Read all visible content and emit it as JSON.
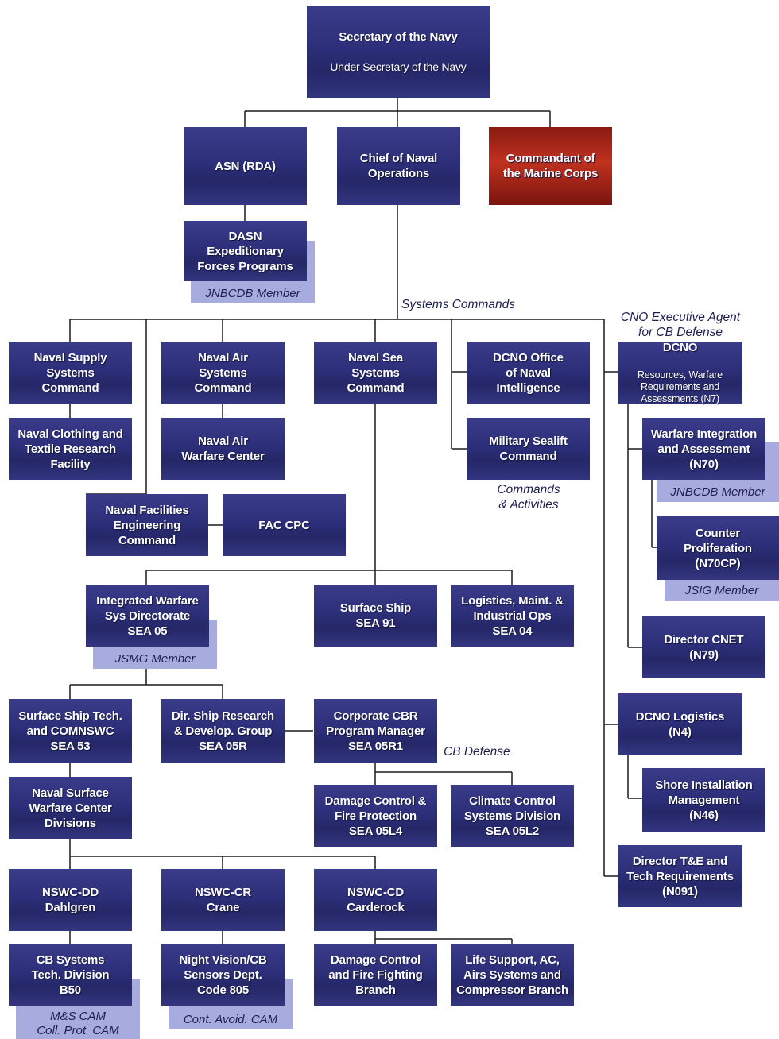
{
  "boxes": {
    "secnav": "Secretary of the Navy",
    "secnav_sub": "Under Secretary of the Navy",
    "asn": "ASN (RDA)",
    "cno": "Chief of Naval\nOperations",
    "cmc": "Commandant of\nthe Marine Corps",
    "dasn": "DASN\nExpeditionary\nForces Programs",
    "navsup": "Naval Supply\nSystems\nCommand",
    "navair": "Naval Air\nSystems\nCommand",
    "navsea": "Naval Sea\nSystems\nCommand",
    "oni": "DCNO Office\nof Naval\nIntelligence",
    "n7_title": "DCNO",
    "n7_sub": "Resources, Warfare\nRequirements and\nAssessments (N7)",
    "nctrf": "Naval Clothing and\nTextile Research\nFacility",
    "nawc": "Naval Air\nWarfare Center",
    "msc": "Military Sealift\nCommand",
    "n70": "Warfare Integration\nand Assessment\n(N70)",
    "navfac": "Naval Facilities\nEngineering\nCommand",
    "faccpc": "FAC CPC",
    "n70cp": "Counter\nProliferation\n(N70CP)",
    "iwsd": "Integrated Warfare\nSys Directorate\nSEA 05",
    "sea91": "Surface Ship\nSEA 91",
    "sea04": "Logistics, Maint. &\nIndustrial Ops\nSEA 04",
    "n79": "Director CNET\n(N79)",
    "sea53": "Surface Ship Tech.\nand COMNSWC\nSEA 53",
    "sea05r": "Dir. Ship Research\n& Develop. Group\nSEA 05R",
    "sea05r1": "Corporate CBR\nProgram Manager\nSEA 05R1",
    "n4": "DCNO Logistics\n(N4)",
    "nswc": "Naval Surface\nWarfare Center\nDivisions",
    "sea05l4": "Damage Control &\nFire Protection\nSEA 05L4",
    "sea05l2": "Climate Control\nSystems Division\nSEA 05L2",
    "n46": "Shore Installation\nManagement\n(N46)",
    "n091": "Director T&E and\nTech Requirements\n(N091)",
    "dd": "NSWC-DD\nDahlgren",
    "cr": "NSWC-CR\nCrane",
    "cd": "NSWC-CD\nCarderock",
    "b50": "CB Systems\nTech. Division\nB50",
    "c805": "Night Vision/CB\nSensors Dept.\nCode 805",
    "dcff": "Damage Control\nand Fire Fighting\nBranch",
    "lsac": "Life Support, AC,\nAirs Systems and\nCompressor Branch"
  },
  "tabs": {
    "dasn": "JNBCDB Member",
    "n70": "JNBCDB Member",
    "n70cp": "JSIG Member",
    "iwsd": "JSMG Member",
    "b50": "M&S CAM\nColl. Prot. CAM",
    "c805": "Cont. Avoid. CAM"
  },
  "labels": {
    "systems_commands": "Systems Commands",
    "cno_agent": "CNO Executive Agent\nfor CB Defense",
    "commands_activities": "Commands\n& Activities",
    "cb_defense": "CB Defense"
  },
  "colors": {
    "box": "#2d2f7a",
    "marine_box": "#c0311f",
    "member_tab": "#a7abdd",
    "connector": "#1a1a1a"
  }
}
